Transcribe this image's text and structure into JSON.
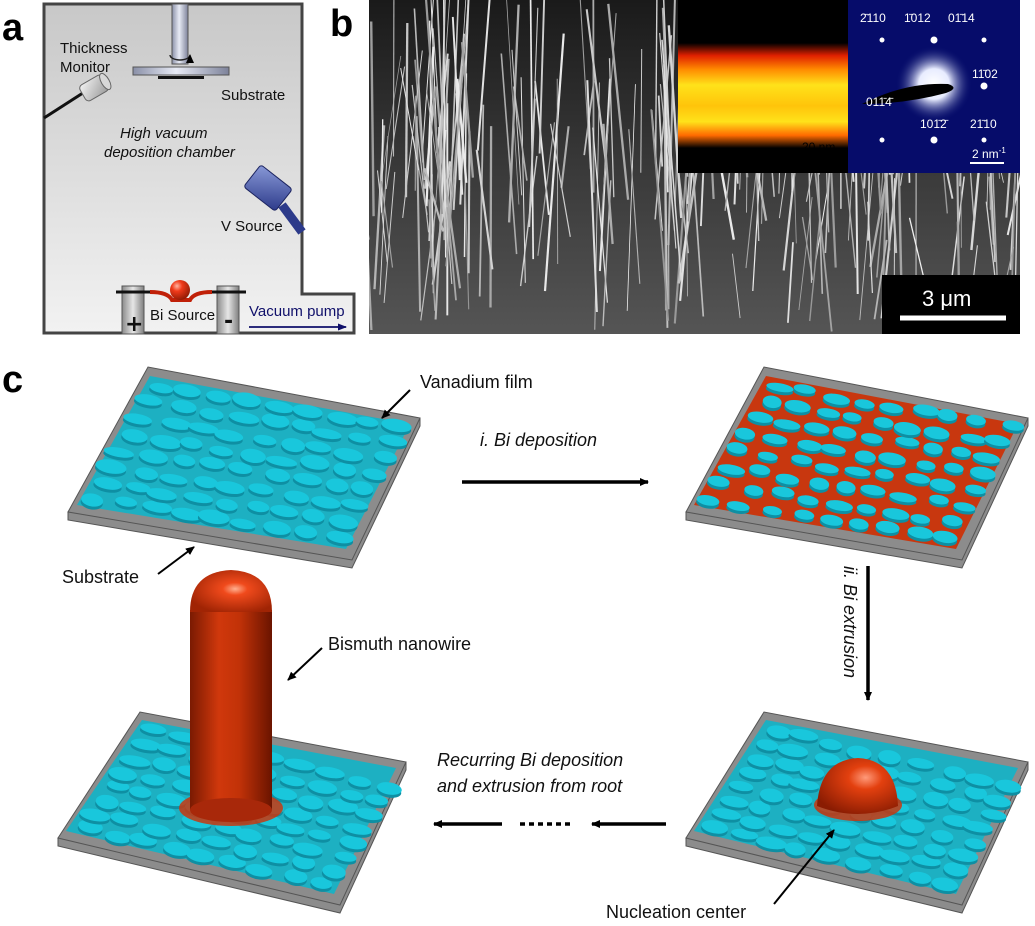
{
  "panel_labels": {
    "a": "a",
    "b": "b",
    "c": "c"
  },
  "panel_a": {
    "thickness_monitor_line1": "Thickness",
    "thickness_monitor_line2": "Monitor",
    "substrate": "Substrate",
    "chamber_line1": "High vacuum",
    "chamber_line2": "deposition chamber",
    "v_source": "V Source",
    "bi_source": "Bi Source",
    "plus": "+",
    "minus": "-",
    "vacuum_pump": "Vacuum pump"
  },
  "panel_b": {
    "scale_main": "3 μm",
    "scale_inset1": "20 nm",
    "scale_inset2": "2 nm",
    "scale_inset2_sup": "-1",
    "diffraction": [
      {
        "id": "d1",
        "html": "2̄110"
      },
      {
        "id": "d2",
        "html": "1̄012"
      },
      {
        "id": "d3",
        "html": "01̄14"
      },
      {
        "id": "d4",
        "html": "11̄02"
      },
      {
        "id": "d5",
        "html": "011̄4̄"
      },
      {
        "id": "d6",
        "html": "101̄2̄"
      },
      {
        "id": "d7",
        "html": "21̄10"
      }
    ]
  },
  "panel_c": {
    "vanadium_film": "Vanadium film",
    "step1": "i. Bi deposition",
    "substrate": "Substrate",
    "step2": "ii. Bi extrusion",
    "bismuth_nanowire": "Bismuth nanowire",
    "recurring_line1": "Recurring Bi deposition",
    "recurring_line2": "and extrusion from root",
    "nucleation_center": "Nucleation center"
  },
  "colors": {
    "vanadium": "#19c7dc",
    "bismuth": "#d2360e",
    "substrate": "#8c8c8c",
    "chamber": "#d4d4d4"
  }
}
